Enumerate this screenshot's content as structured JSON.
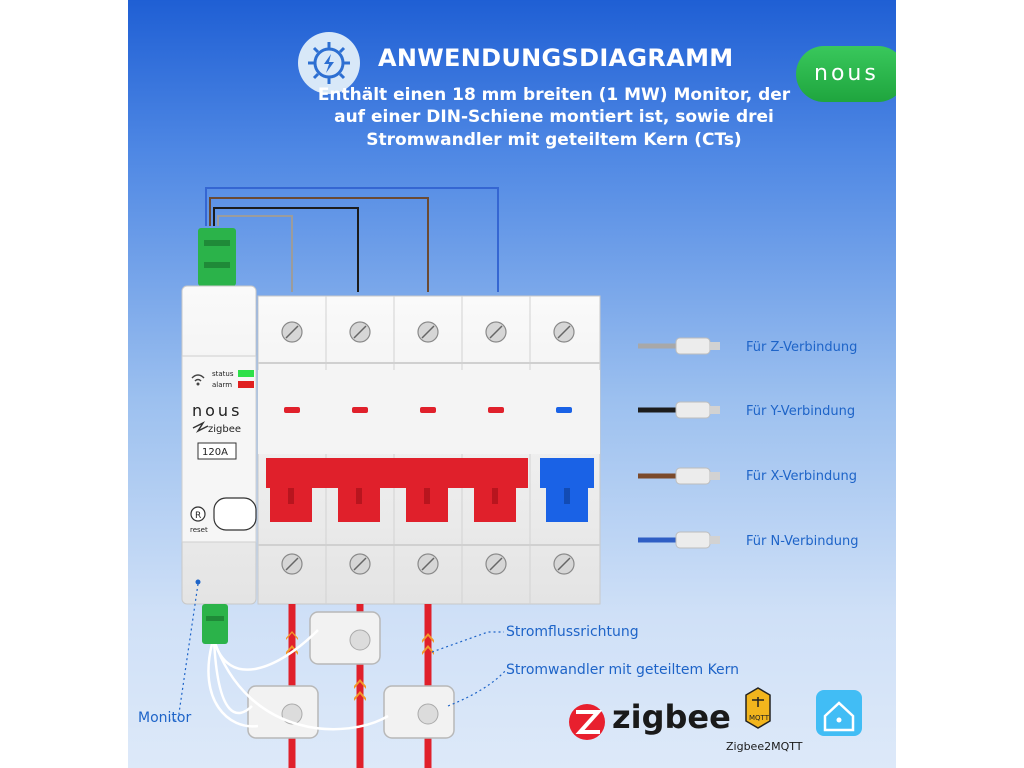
{
  "header": {
    "title": "ANWENDUNGSDIAGRAMM",
    "subtitle": "Enthält einen 18 mm breiten (1 MW) Monitor, der auf einer DIN-Schiene montiert ist, sowie drei Stromwandler mit geteiltem Kern (CTs)"
  },
  "brand": {
    "logo_text": "nous"
  },
  "device": {
    "status_label": "status",
    "alarm_label": "alarm",
    "brand": "nous",
    "zigbee_label": "zigbee",
    "rating": "120A",
    "reset_symbol": "R",
    "reset_label": "reset"
  },
  "wires": [
    {
      "label": "Für Z-Verbindung",
      "color": "#a8a8a8"
    },
    {
      "label": "Für Y-Verbindung",
      "color": "#1c1c1c"
    },
    {
      "label": "Für X-Verbindung",
      "color": "#7b4a2b"
    },
    {
      "label": "Für N-Verbindung",
      "color": "#2f5ec4"
    }
  ],
  "annotations": {
    "current_flow": "Stromflussrichtung",
    "ct": "Stromwandler mit geteiltem Kern",
    "monitor": "Monitor"
  },
  "logos": {
    "zigbee": "zigbee",
    "z2m_badge": "MQTT",
    "z2m": "Zigbee2MQTT"
  },
  "colors": {
    "phase_red": "#e0202b",
    "neutral_blue": "#1a62e6",
    "status_green": "#2ee04a",
    "alarm_red": "#e02020",
    "accent_green": "#2bb34a",
    "label_blue": "#1e64c8"
  }
}
